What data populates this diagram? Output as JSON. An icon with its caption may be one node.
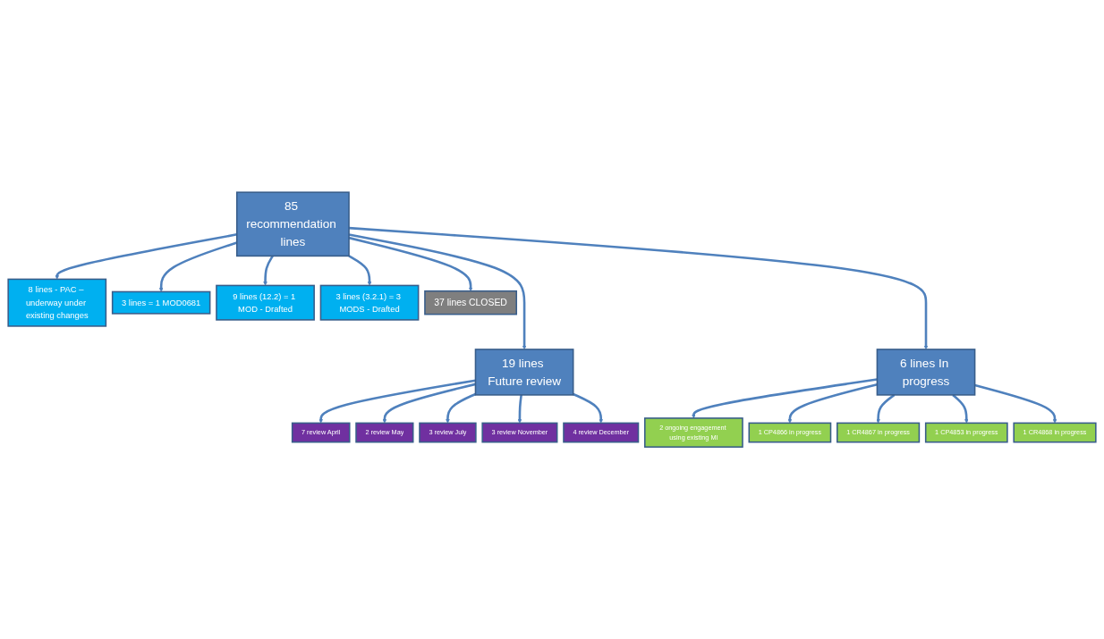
{
  "diagram": {
    "nodes": [
      {
        "text": [
          "85 recommendation lines"
        ]
      },
      {
        "text": [
          "37 lines CLOSED"
        ]
      },
      {
        "text": [
          "8 lines - PAC – underway under existing changes"
        ]
      },
      {
        "text": [
          "3 lines = 1 MOD0681"
        ]
      },
      {
        "text": [
          "9 lines (12.2) = 1 MOD - Drafted"
        ]
      },
      {
        "text": [
          "3 lines (3.2.1) = 3 MODS - Drafted"
        ]
      },
      {
        "text": [
          "6 lines In progress"
        ]
      },
      {
        "text": [
          "19 lines Future review"
        ]
      },
      {
        "text": [
          "2 ongoing engagement using existing MI"
        ]
      },
      {
        "text": [
          "1 CP4866 in progress"
        ]
      },
      {
        "text": [
          "1 CR4867 in progress"
        ]
      },
      {
        "text": [
          "1 CP4853 in progress"
        ]
      },
      {
        "text": [
          "1 CR4868 in progress"
        ]
      },
      {
        "text": [
          "7 review April"
        ]
      },
      {
        "text": [
          "2 review May"
        ]
      },
      {
        "text": [
          "3 review July"
        ]
      },
      {
        "text": [
          "3 review November"
        ]
      },
      {
        "text": [
          "4 review December"
        ]
      }
    ],
    "edges": [
      {
        "from": 0,
        "to": 7,
        "arrow": "to"
      },
      {
        "from": 0,
        "to": 2,
        "arrow": "to"
      },
      {
        "from": 0,
        "to": 3,
        "arrow": "to"
      },
      {
        "from": 0,
        "to": 4,
        "arrow": "to"
      },
      {
        "from": 0,
        "to": 5,
        "arrow": "to"
      },
      {
        "from": 0,
        "to": 6,
        "arrow": "to"
      },
      {
        "from": 0,
        "to": 1,
        "arrow": "to"
      },
      {
        "from": 6,
        "to": 8,
        "arrow": "to"
      },
      {
        "from": 6,
        "to": 9,
        "arrow": "to"
      },
      {
        "from": 6,
        "to": 10,
        "arrow": "to"
      },
      {
        "from": 6,
        "to": 11,
        "arrow": "to"
      },
      {
        "from": 6,
        "to": 12,
        "arrow": "to"
      },
      {
        "from": 7,
        "to": 13,
        "arrow": "to"
      },
      {
        "from": 7,
        "to": 14,
        "arrow": "to"
      },
      {
        "from": 7,
        "to": 15,
        "arrow": "to"
      },
      {
        "from": 7,
        "to": 16,
        "arrow": "to"
      },
      {
        "from": 7,
        "to": 17,
        "arrow": "to"
      }
    ]
  }
}
